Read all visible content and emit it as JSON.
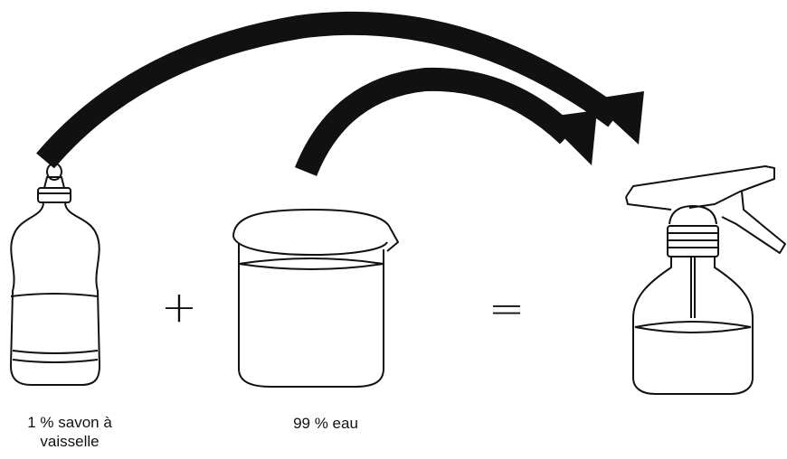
{
  "captions": {
    "soap_line1": "1 %  savon à",
    "soap_line2": "vaisselle",
    "water": "99 %  eau"
  },
  "operators": {
    "plus": "+",
    "equals": "="
  },
  "icons": {
    "soap_bottle": "dish-soap-bottle-icon",
    "beaker": "beaker-icon",
    "spray_bottle": "spray-bottle-icon",
    "arrows": "curved-arrow-icon"
  },
  "colors": {
    "stroke": "#111111",
    "arrow": "#111111",
    "background": "#ffffff"
  }
}
